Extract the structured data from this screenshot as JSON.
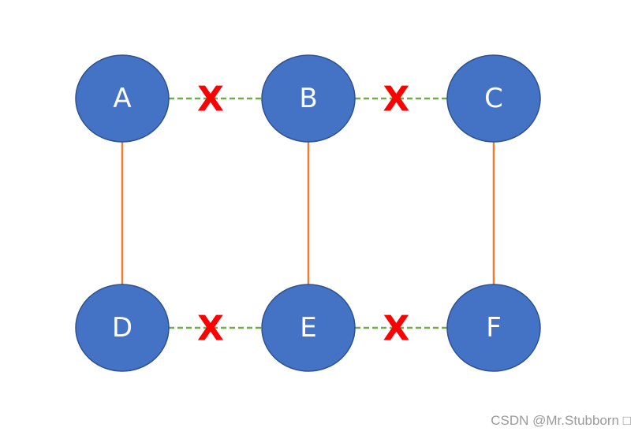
{
  "diagram": {
    "nodes": [
      {
        "id": "A",
        "label": "A"
      },
      {
        "id": "B",
        "label": "B"
      },
      {
        "id": "C",
        "label": "C"
      },
      {
        "id": "D",
        "label": "D"
      },
      {
        "id": "E",
        "label": "E"
      },
      {
        "id": "F",
        "label": "F"
      }
    ],
    "edges": [
      {
        "from": "A",
        "to": "B",
        "style": "dashed",
        "color": "#70ad47",
        "cut_mark": "X"
      },
      {
        "from": "B",
        "to": "C",
        "style": "dashed",
        "color": "#70ad47",
        "cut_mark": "X"
      },
      {
        "from": "D",
        "to": "E",
        "style": "dashed",
        "color": "#70ad47",
        "cut_mark": "X"
      },
      {
        "from": "E",
        "to": "F",
        "style": "dashed",
        "color": "#70ad47",
        "cut_mark": "X"
      },
      {
        "from": "A",
        "to": "D",
        "style": "solid",
        "color": "#ed7d31"
      },
      {
        "from": "B",
        "to": "E",
        "style": "solid",
        "color": "#ed7d31"
      },
      {
        "from": "C",
        "to": "F",
        "style": "solid",
        "color": "#ed7d31"
      }
    ],
    "colors": {
      "node_fill": "#4472c4",
      "node_stroke": "#2f528f",
      "node_text": "#ffffff",
      "cut_mark": "#ff0000"
    }
  },
  "watermark": "CSDN @Mr.Stubborn □"
}
